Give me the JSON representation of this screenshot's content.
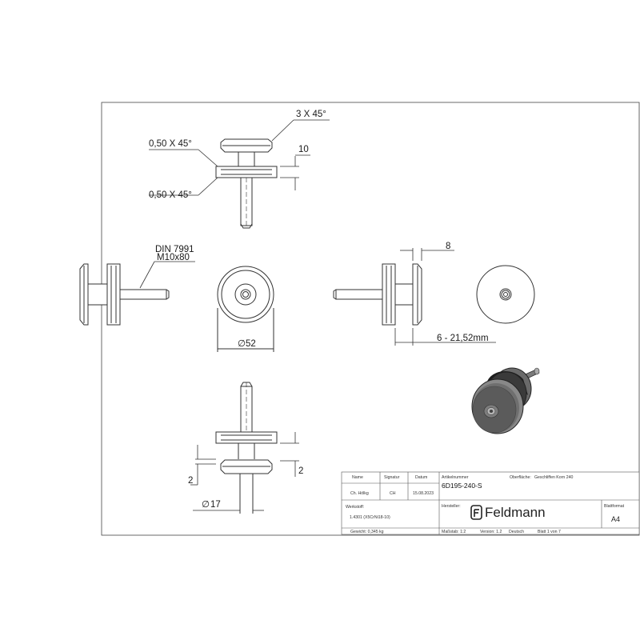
{
  "views": {
    "top": {
      "chamfer_top": "3 X 45°",
      "chamfer_upper": "0,50 X 45°",
      "chamfer_lower": "0,50 X 45°",
      "thickness": "10"
    },
    "side_left": {
      "screw_line1": "DIN 7991",
      "screw_line2": "M10x80"
    },
    "front": {
      "diameter": "52"
    },
    "side_right": {
      "thickness": "8",
      "glass_range": "6 - 21,52mm"
    },
    "bottom": {
      "gap_left": "2",
      "gap_right": "2",
      "diameter": "17"
    }
  },
  "title_block": {
    "name_label": "Name",
    "signature_label": "Signatur",
    "date_label": "Datum",
    "name_value": "Ch. Hölkg",
    "signature_value": "CH",
    "date_value": "15.08.2023",
    "article_label": "Artikelnummer",
    "article_value": "6D195-240-S",
    "surface_label": "Oberfläche:",
    "surface_value": "Geschliffen Korn 240",
    "material_label": "Werkstoff:",
    "material_value": "1.4301 (X5CrNi18-10)",
    "manufacturer_label": "Hersteller:",
    "logo_text": "Feldmann",
    "format_label": "Blattformat",
    "format_value": "A4",
    "weight": "Gewicht: 0,345 kg",
    "scale": "Maßstab: 1:2",
    "version": "Version: 1.2",
    "language": "Deutsch",
    "sheet": "Blatt 1 von 7"
  }
}
